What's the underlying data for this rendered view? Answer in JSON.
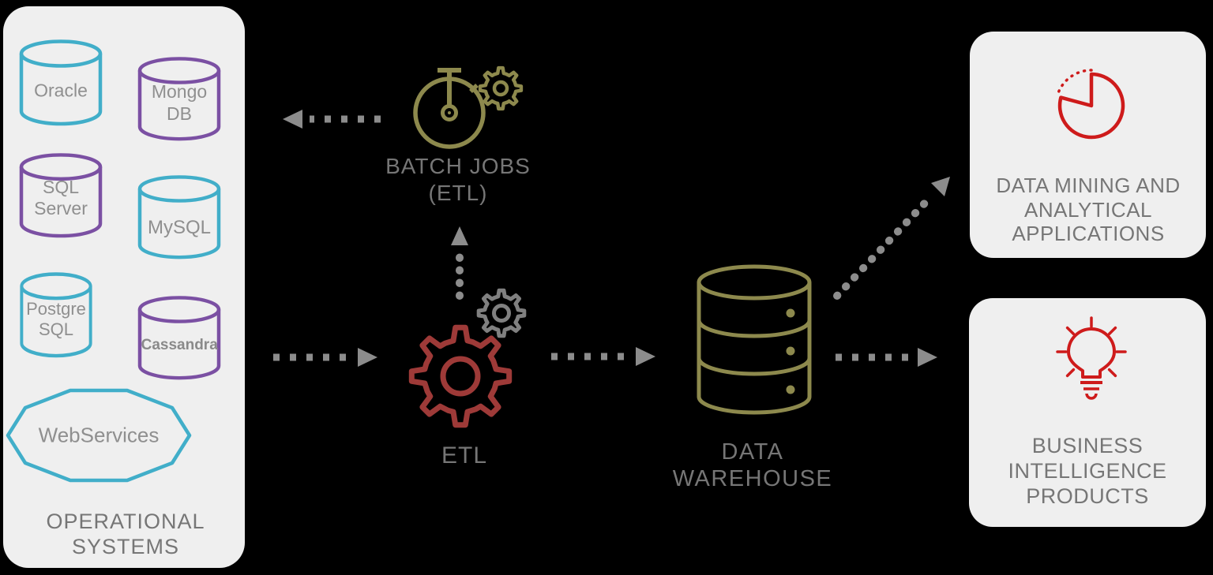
{
  "background": "#000000",
  "panel_color": "#efefef",
  "colors": {
    "teal": "#41aec9",
    "purple": "#7b50a3",
    "olive": "#8d894d",
    "dark_red": "#9e3a38",
    "red": "#ce1b1b",
    "arrow_gray": "#8c8c8c"
  },
  "operational_systems": {
    "title": "OPERATIONAL SYSTEMS",
    "databases": [
      {
        "label": "Oracle"
      },
      {
        "label": "Mongo DB"
      },
      {
        "label": "SQL Server"
      },
      {
        "label": "MySQL"
      },
      {
        "label": "Postgre SQL"
      },
      {
        "label": "Cassandra"
      }
    ],
    "webservices_label": "WebServices"
  },
  "batch_jobs": {
    "label": "BATCH JOBS (ETL)"
  },
  "etl": {
    "label": "ETL"
  },
  "data_warehouse": {
    "label": "DATA WAREHOUSE"
  },
  "data_mining": {
    "label": "DATA MINING AND ANALYTICAL APPLICATIONS"
  },
  "business_intelligence": {
    "label": "BUSINESS INTELLIGENCE PRODUCTS"
  }
}
